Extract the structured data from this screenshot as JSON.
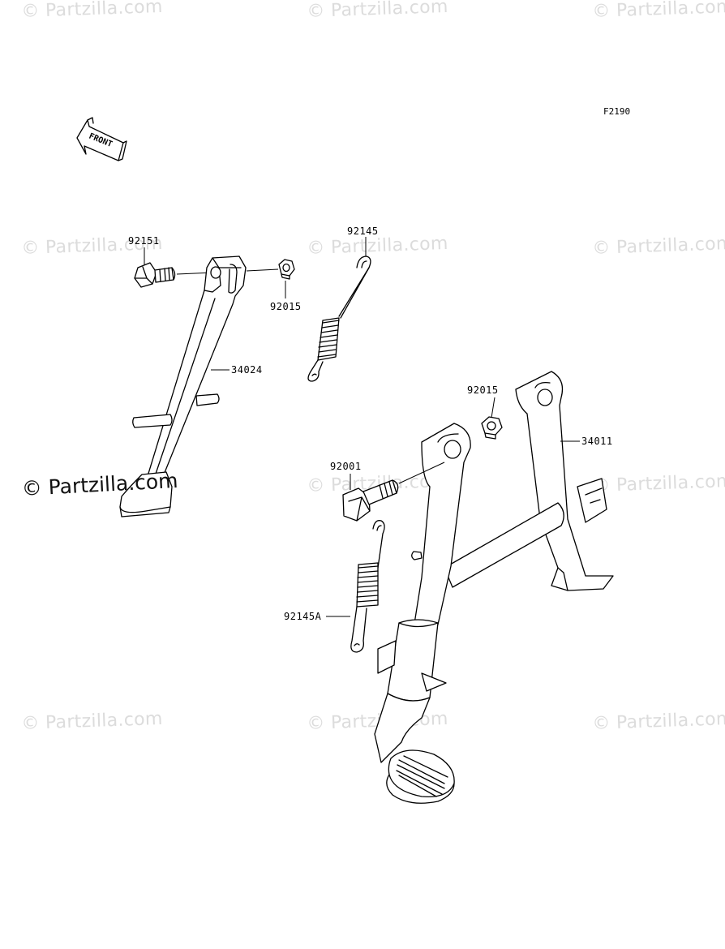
{
  "watermarks": {
    "text": "© Partzilla.com",
    "main": "© Partzilla.com"
  },
  "figure": {
    "code": "F2190"
  },
  "front_arrow": {
    "text": "FRONT"
  },
  "parts": {
    "p92151": "92151",
    "p92015_a": "92015",
    "p92145": "92145",
    "p34024": "34024",
    "p92015_b": "92015",
    "p34011": "34011",
    "p92001": "92001",
    "p92145A": "92145A"
  }
}
